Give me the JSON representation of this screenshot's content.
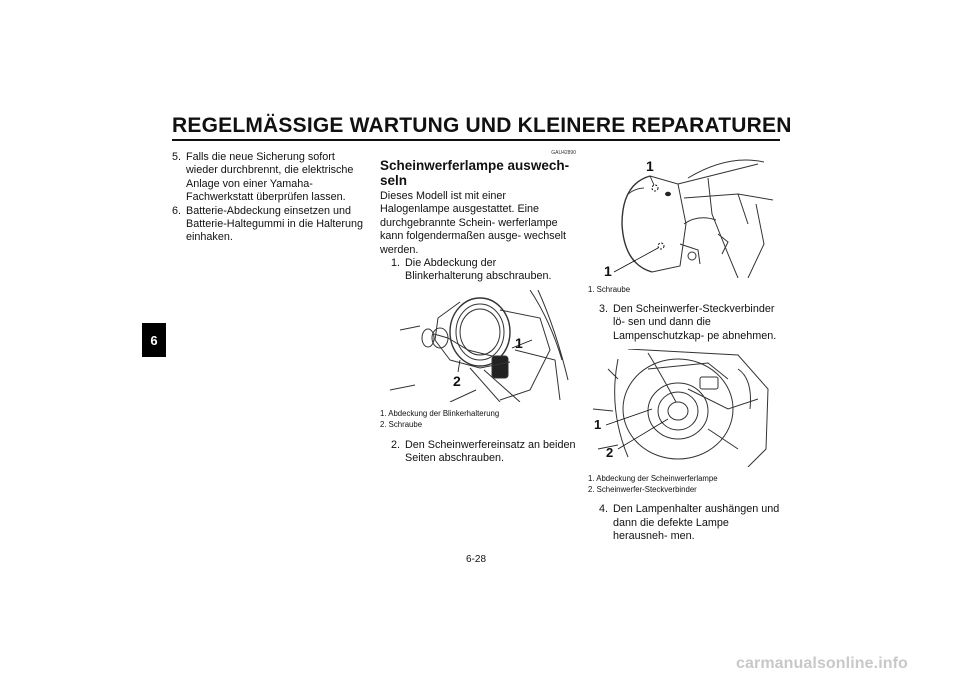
{
  "header": {
    "title": "REGELMÄSSIGE WARTUNG UND KLEINERE REPARATUREN"
  },
  "chapter_tab": "6",
  "left_column": {
    "items": [
      {
        "num": "5.",
        "text": "Falls die neue Sicherung sofort wieder durchbrennt, die elektrische Anlage von einer Yamaha-Fachwerkstatt überprüfen lassen."
      },
      {
        "num": "6.",
        "text": "Batterie-Abdeckung einsetzen und Batterie-Haltegummi in die Halterung einhaken."
      }
    ]
  },
  "section": {
    "code": "GAU42890",
    "heading": "Scheinwerferlampe auswech- seln",
    "intro": "Dieses Modell ist mit einer Halogenlampe ausgestattet. Eine durchgebrannte Schein- werferlampe kann folgendermaßen ausge- wechselt werden.",
    "step1": {
      "num": "1.",
      "text": "Die Abdeckung der Blinkerhalterung abschrauben."
    },
    "figure1": {
      "callouts": [
        "1",
        "2"
      ],
      "captions": [
        "1. Abdeckung der Blinkerhalterung",
        "2. Schraube"
      ]
    },
    "step2": {
      "num": "2.",
      "text": "Den Scheinwerfereinsatz an beiden Seiten abschrauben."
    }
  },
  "right_column": {
    "figure2": {
      "callouts": [
        "1",
        "1"
      ],
      "captions": [
        "1. Schraube"
      ]
    },
    "step3": {
      "num": "3.",
      "text": "Den Scheinwerfer-Steckverbinder lö- sen und dann die Lampenschutzkap- pe abnehmen."
    },
    "figure3": {
      "callouts": [
        "1",
        "2"
      ],
      "captions": [
        "1. Abdeckung der Scheinwerferlampe",
        "2. Scheinwerfer-Steckverbinder"
      ]
    },
    "step4": {
      "num": "4.",
      "text": "Den Lampenhalter aushängen und dann die defekte Lampe herausneh- men."
    }
  },
  "page_number": "6-28",
  "watermark": "carmanualsonline.info"
}
